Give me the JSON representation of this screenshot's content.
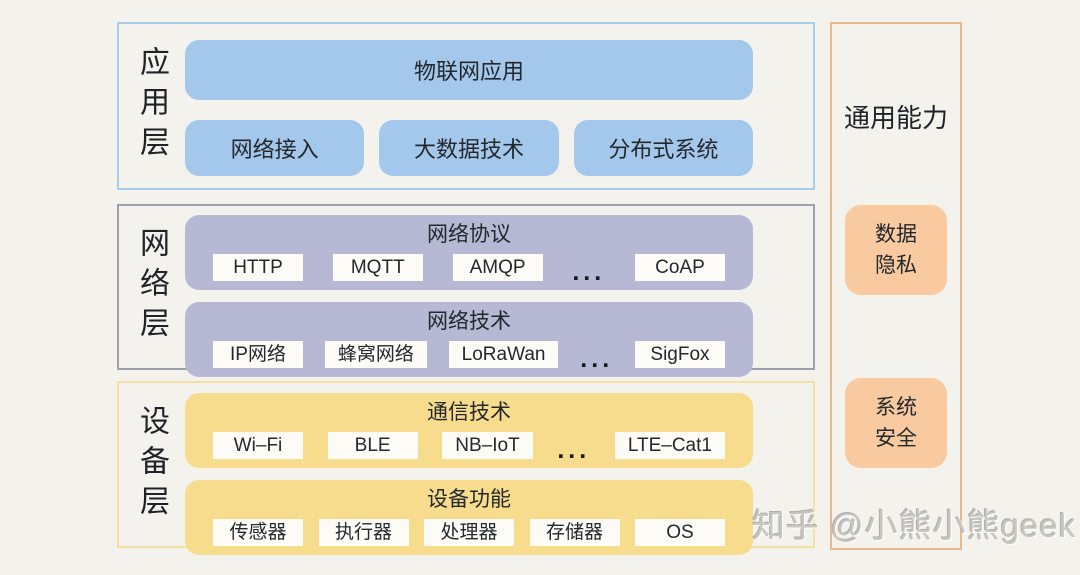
{
  "page": {
    "background": "#f3f2ec",
    "watermark": "知乎 @小熊小熊geek",
    "ellipsis": "..."
  },
  "colors": {
    "application_fill": "#a4c8eb",
    "application_border": "#a9cce9",
    "network_fill": "#b7b8d3",
    "network_border": "#9fa0ae",
    "device_fill": "#f8dc8d",
    "device_border": "#f2e1a2",
    "capability_fill": "#f9c9a0",
    "capability_border": "#e9b88b",
    "chip_fill": "#fcfbf6",
    "text": "#23282d"
  },
  "app_layer": {
    "label": "应用层",
    "top_box": "物联网应用",
    "boxes": [
      "网络接入",
      "大数据技术",
      "分布式系统"
    ]
  },
  "network_layer": {
    "label": "网络层",
    "groups": [
      {
        "title": "网络协议",
        "chips": [
          "HTTP",
          "MQTT",
          "AMQP",
          "CoAP"
        ]
      },
      {
        "title": "网络技术",
        "chips": [
          "IP网络",
          "蜂窝网络",
          "LoRaWan",
          "SigFox"
        ]
      }
    ]
  },
  "device_layer": {
    "label": "设备层",
    "groups": [
      {
        "title": "通信技术",
        "chips": [
          "Wi–Fi",
          "BLE",
          "NB–IoT",
          "LTE–Cat1"
        ]
      },
      {
        "title": "设备功能",
        "chips": [
          "传感器",
          "执行器",
          "处理器",
          "存储器",
          "OS"
        ]
      }
    ]
  },
  "side_panel": {
    "title": "通用能力",
    "items": [
      "数据\n隐私",
      "系统\n安全"
    ]
  }
}
